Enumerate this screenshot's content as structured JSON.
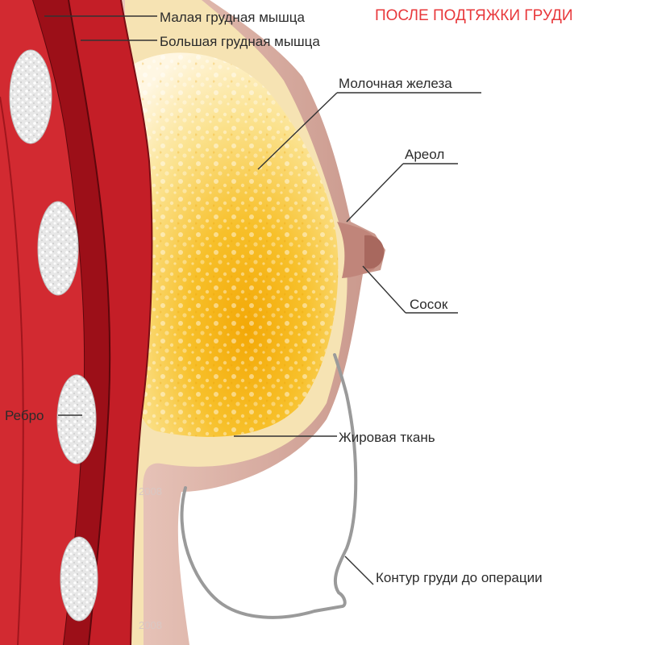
{
  "title": "ПОСЛЕ ПОДТЯЖКИ ГРУДИ",
  "watermark": "2008",
  "labels": {
    "pectoralis_minor": "Малая грудная мышца",
    "pectoralis_major": "Большая грудная мышца",
    "mammary_gland": "Молочная железа",
    "areola": "Ареол",
    "nipple": "Сосок",
    "rib": "Ребро",
    "fat_tissue": "Жировая ткань",
    "pre_op_contour": "Контур груди до операции"
  },
  "colors": {
    "title": "#e8383b",
    "muscle": "#c61d27",
    "muscle_dark": "#8c0d16",
    "skin": "#d9b0a4",
    "fat": "#f7e6b5",
    "gland_core": "#f5b20c",
    "rib_bone": "#e6e6e6",
    "pre_op_contour": "#9a9a9a"
  }
}
